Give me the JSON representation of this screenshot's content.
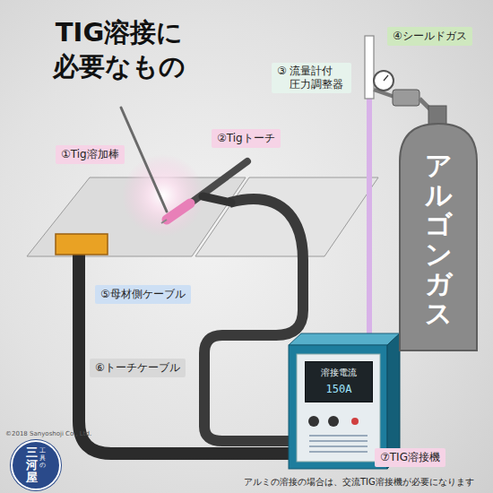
{
  "diagram": {
    "title": "TIG溶接に 必要なもの",
    "nodes": [
      {
        "text": [
          "④シールドガス"
        ]
      },
      {
        "text": [
          "③",
          "流量計付 圧力調整器"
        ]
      },
      {
        "text": [
          "②Tigトーチ"
        ]
      },
      {
        "text": [
          "①Tig溶加棒"
        ]
      },
      {
        "text": [
          "アルゴンガス"
        ]
      },
      {
        "text": [
          "⑤母材側ケーブル"
        ]
      },
      {
        "text": [
          "⑥トーチケーブル"
        ]
      },
      {
        "text": [
          "溶接電流",
          "150A"
        ]
      },
      {
        "text": [
          "⑦TIG溶接機"
        ]
      },
      {
        "text": [
          "三河屋",
          "工具の"
        ]
      }
    ],
    "labels": [
      "アルミの溶接の場合は、交流TIG溶接機が必要になります",
      "©2018 Sanyoshoji Co., Ltd."
    ]
  }
}
